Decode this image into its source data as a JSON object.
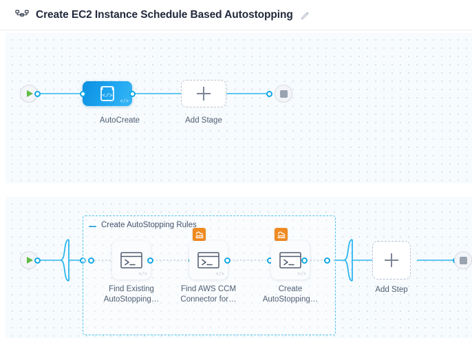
{
  "header": {
    "icon": "pipeline-flow-icon",
    "title": "Create EC2 Instance Schedule Based Autostopping",
    "edit_icon": "pencil-edit-icon"
  },
  "colors": {
    "accent_blue": "#0fa7e4",
    "stage_blue": "#1ea6f0",
    "group_border": "#4fc3ef",
    "aws_orange": "#ef8a21",
    "start_green": "#5fbb46",
    "stop_gray": "#9aa3b1",
    "canvas_bg": "#f7fbfd",
    "grid_dot": "#d4e5ef"
  },
  "stages_canvas": {
    "name": "pipeline-stages-canvas",
    "start_node": {
      "icon": "play-start-icon"
    },
    "end_node": {
      "icon": "stop-end-icon"
    },
    "stages": [
      {
        "id": "autocreate",
        "label": "AutoCreate",
        "icon": "code-template-icon",
        "corner_icon": "code-tag-icon",
        "selected": true
      }
    ],
    "add_stage": {
      "label": "Add Stage",
      "icon": "plus-icon"
    }
  },
  "steps_canvas": {
    "name": "pipeline-steps-canvas",
    "start_node": {
      "icon": "play-start-icon"
    },
    "end_node": {
      "icon": "stop-end-icon"
    },
    "group": {
      "title": "Create AutoStopping Rules",
      "collapse_icon": "minus-collapse-icon"
    },
    "steps": [
      {
        "id": "find-existing",
        "label_line1": "Find Existing",
        "label_line2": "AutoStopping…",
        "icon": "shell-terminal-icon",
        "corner_icon": "code-tag-icon",
        "badge": null
      },
      {
        "id": "find-aws-ccm-connector",
        "label_line1": "Find AWS CCM",
        "label_line2": "Connector for…",
        "icon": "shell-terminal-icon",
        "corner_icon": "code-tag-icon",
        "badge": "aws-cloud-icon"
      },
      {
        "id": "create-autostopping",
        "label_line1": "Create",
        "label_line2": "AutoStopping…",
        "icon": "shell-terminal-icon",
        "corner_icon": "code-tag-icon",
        "badge": "aws-cloud-icon"
      }
    ],
    "add_step": {
      "label": "Add Step",
      "icon": "plus-icon"
    }
  }
}
